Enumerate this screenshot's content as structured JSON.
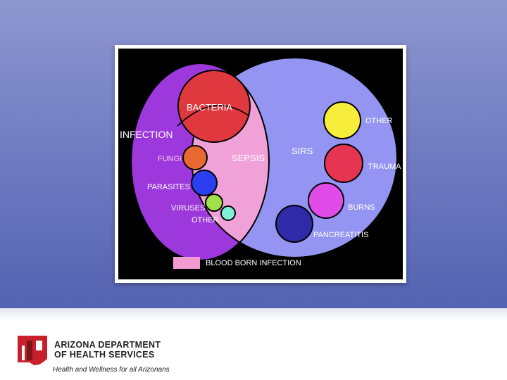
{
  "diagram": {
    "labels": {
      "infection": "INFECTION",
      "bacteria": "BACTERIA",
      "sepsis": "SEPSIS",
      "sirs": "SIRS",
      "fungi": "FUNGI",
      "parasites": "PARASITES",
      "viruses": "VIRUSES",
      "other_infection": "OTHER",
      "other_sirs": "OTHER",
      "trauma": "TRAUMA",
      "burns": "BURNS",
      "pancreatitis": "PANCREATITIS"
    },
    "legend": {
      "label": "BLOOD BORN INFECTION",
      "color": "#f29bd3"
    },
    "colors": {
      "infection": "#9c38dc",
      "sirs": "#9495f3",
      "sepsis": "#f0a2d8",
      "bacteria": "#e0383f",
      "fungi": "#e86a32",
      "parasites": "#2b3ff0",
      "viruses": "#9fe14a",
      "other_infection": "#7ff2d6",
      "other_sirs": "#f6ee3a",
      "trauma": "#e63552",
      "burns": "#e14be8",
      "pancreatitis": "#2f2aa8",
      "background": "#000000"
    }
  },
  "footer": {
    "org_line_1": "ARIZONA DEPARTMENT",
    "org_line_2": "OF HEALTH SERVICES",
    "tagline": "Health and Wellness for all Arizonans",
    "logo_colors": {
      "primary": "#c8202b",
      "dark": "#7a1518"
    }
  }
}
